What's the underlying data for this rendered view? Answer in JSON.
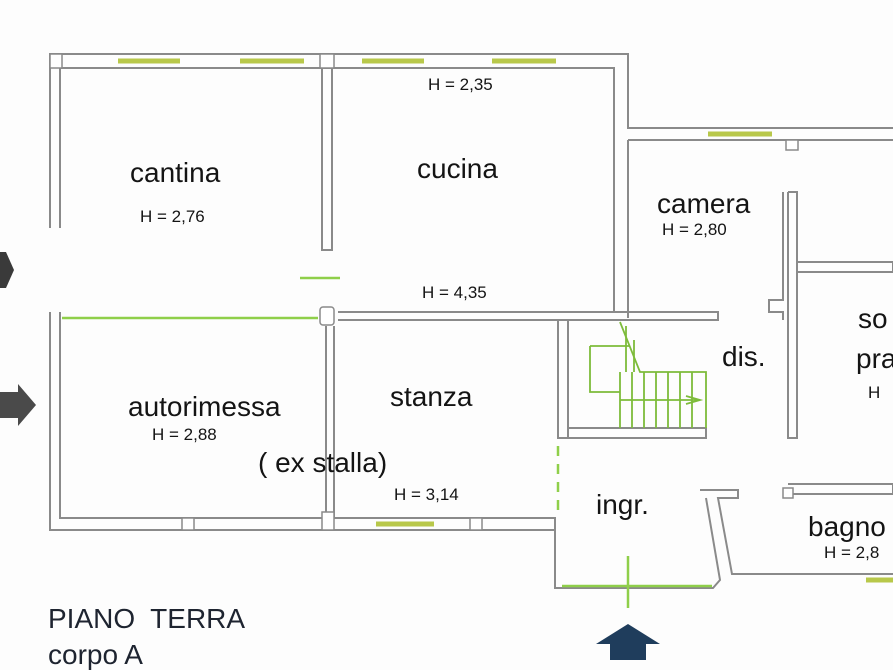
{
  "plan": {
    "title_line1": "PIANO  TERRA",
    "title_line2": "corpo A"
  },
  "rooms": {
    "cantina": {
      "name": "cantina",
      "height": "H = 2,76"
    },
    "cucina": {
      "name": "cucina",
      "height_top": "H = 2,35",
      "height_bottom": "H = 4,35"
    },
    "camera": {
      "name": "camera",
      "height": "H = 2,80"
    },
    "autorimessa": {
      "name": "autorimessa",
      "height": "H = 2,88"
    },
    "stanza": {
      "name": "stanza",
      "note": "( ex stalla)",
      "height": "H = 3,14"
    },
    "dis": {
      "name": "dis."
    },
    "ingr": {
      "name": "ingr."
    },
    "soggiorno": {
      "name_line1": "so",
      "name_line2": "pra",
      "height": "H"
    },
    "bagno": {
      "name": "bagno",
      "height": "H = 2,8"
    }
  },
  "colors": {
    "wall": "#8a8a8a",
    "wall_fill": "#e9e9e9",
    "window": "#b8c84a",
    "opening": "#8fcf4a",
    "stair": "#7dbb3a",
    "entrance_arrow": "#1f3d5c",
    "side_arrow": "#3a3a3a"
  },
  "icons": {
    "entrance": "arrow-up-icon",
    "side_entry": "arrow-right-icon"
  }
}
